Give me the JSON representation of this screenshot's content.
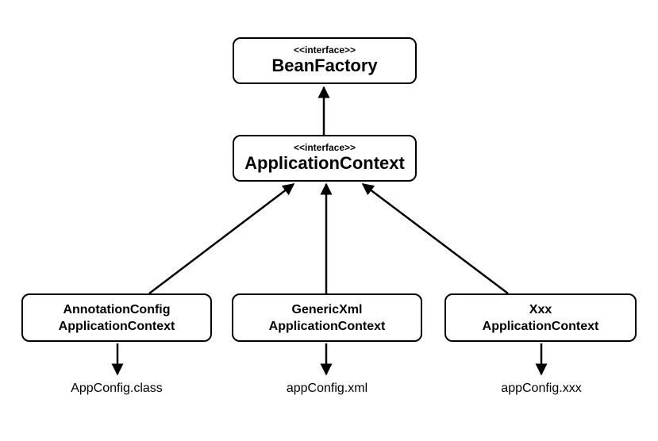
{
  "bean_factory": {
    "stereotype": "<<interface>>",
    "name": "BeanFactory"
  },
  "application_context": {
    "stereotype": "<<interface>>",
    "name": "ApplicationContext"
  },
  "implementations": [
    {
      "line1": "AnnotationConfig",
      "line2": "ApplicationContext",
      "config": "AppConfig.class"
    },
    {
      "line1": "GenericXml",
      "line2": "ApplicationContext",
      "config": "appConfig.xml"
    },
    {
      "line1": "Xxx",
      "line2": "ApplicationContext",
      "config": "appConfig.xxx"
    }
  ]
}
